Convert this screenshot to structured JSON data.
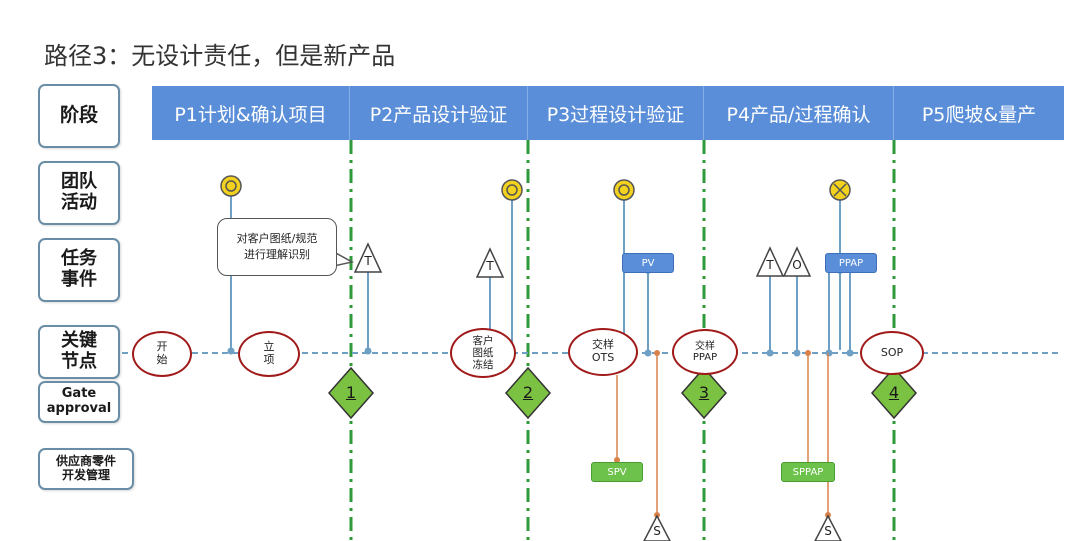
{
  "title": "路径3：无设计责任，但是新产品",
  "row_labels": {
    "phase": "阶段",
    "team": "团队\n活动",
    "task": "任务\n事件",
    "milestone": "关键\n节点",
    "gate": "Gate\napproval",
    "supplier": "供应商零件\n开发管理"
  },
  "phases": [
    "P1计划&确认项目",
    "P2产品设计验证",
    "P3过程设计验证",
    "P4产品/过程确认",
    "P5爬坡&量产"
  ],
  "milestones": [
    "开\n始",
    "立\n项",
    "客户\n图纸\n冻结",
    "交样\nOTS",
    "交样\nPPAP",
    "SOP"
  ],
  "gates": [
    "1",
    "2",
    "3",
    "4"
  ],
  "callout": "对客户图纸/规范\n进行理解识别",
  "tasks": {
    "pv": "PV",
    "ppap": "PPAP",
    "spv": "SPV",
    "sppap": "SPPAP"
  },
  "symbols": {
    "triangle_t": "T",
    "triangle_o": "O",
    "triangle_s": "S"
  },
  "colors": {
    "phase_bar": "#5b8ed8",
    "gate_diamond": "#7cc242",
    "gate_line": "#2e9a3a",
    "milestone_border": "#a01a1a",
    "team_circle": "#f2d21e",
    "connector_blue": "#6e9fc4",
    "connector_orange": "#d8824a"
  }
}
